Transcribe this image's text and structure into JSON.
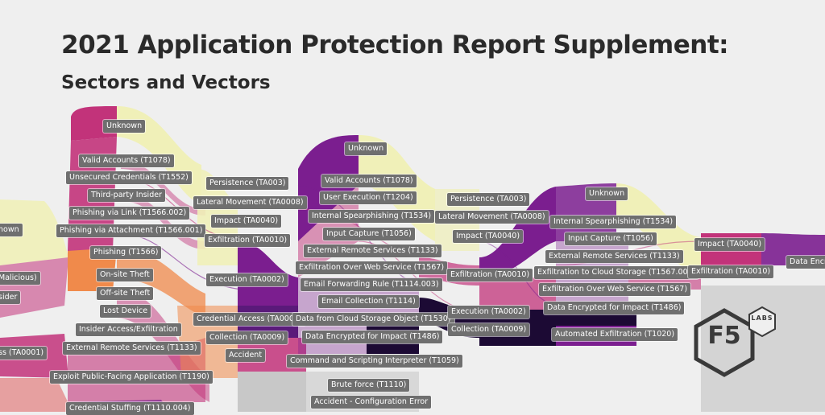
{
  "header": {
    "title": "2021 Application Protection Report Supplement:",
    "subtitle": "Sectors and Vectors"
  },
  "logo": {
    "brand": "F5",
    "badge": "LABS"
  },
  "colors": {
    "background": "#efefef",
    "label_bg": "#6f6f6f",
    "label_text": "#ffffff",
    "flow_pale": "#f0f0b8",
    "flow_magenta": "#c2337a",
    "flow_purple": "#7b1e8f",
    "flow_orange": "#f08a4b",
    "flow_dark": "#1c0a34"
  },
  "nodes": {
    "col0": [
      "nown",
      "Malicious)",
      "sider",
      "ss (TA0001)"
    ],
    "col1": [
      "Unknown",
      "Valid Accounts (T1078)",
      "Unsecured Credentials (T1552)",
      "Third-party Insider",
      "Phishing via Link (T1566.002)",
      "Phishing via Attachment (T1566.001)",
      "Phishing (T1566)",
      "On-site Theft",
      "Off-site Theft",
      "Lost Device",
      "Insider Access/Exfiltration",
      "External Remote Services (T1133)",
      "Exploit Public-Facing Application (T1190)",
      "Credential Stuffing (T1110.004)"
    ],
    "col2": [
      "Persistence (TA003)",
      "Lateral Movement (TA0008)",
      "Impact (TA0040)",
      "Exfiltration (TA0010)",
      "Execution (TA0002)",
      "Credential Access (TA0006)",
      "Collection (TA0009)",
      "Accident"
    ],
    "col3": [
      "Unknown",
      "Valid Accounts (T1078)",
      "User Execution (T1204)",
      "Internal Spearphishing (T1534)",
      "Input Capture (T1056)",
      "External Remote Services (T1133)",
      "Exfiltration Over Web Service (T1567)",
      "Email Forwarding Rule (T1114.003)",
      "Email Collection (T1114)",
      "Data from Cloud Storage Object (T1530)",
      "Data Encrypted for Impact (T1486)",
      "Command and Scripting Interpreter (T1059)",
      "Brute force (T1110)",
      "Accident - Configuration Error"
    ],
    "col4": [
      "Persistence (TA003)",
      "Lateral Movement (TA0008)",
      "Impact (TA0040)",
      "Exfiltration (TA0010)",
      "Execution (TA0002)",
      "Collection (TA0009)"
    ],
    "col5": [
      "Unknown",
      "Internal Spearphishing (T1534)",
      "Input Capture (T1056)",
      "External Remote Services (T1133)",
      "Exfiltration to Cloud Storage (T1567.002)",
      "Exfiltration Over Web Service (T1567)",
      "Data Encrypted for Impact (T1486)",
      "Automated Exfiltration (T1020)"
    ],
    "col6": [
      "Impact (TA0040)",
      "Exfiltration (TA0010)"
    ],
    "col7": [
      "Data Encry"
    ]
  }
}
